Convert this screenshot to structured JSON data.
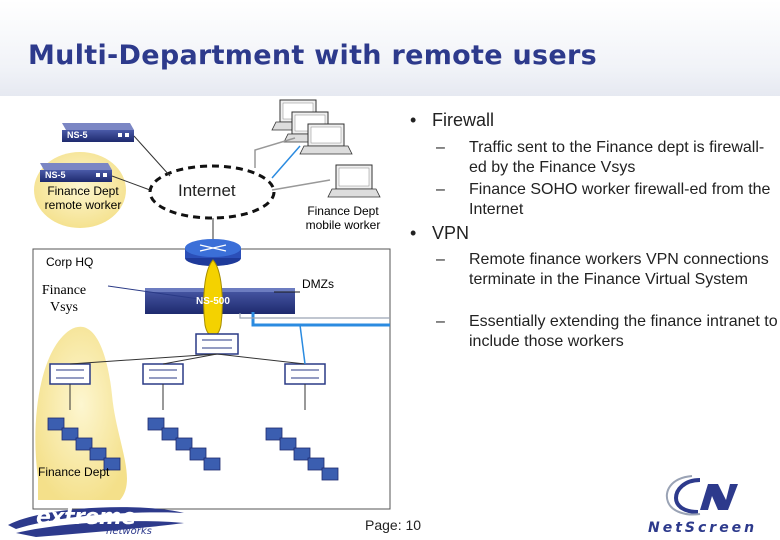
{
  "slide": {
    "title": "Multi-Department with remote users",
    "page_label": "Page: 10"
  },
  "diagram": {
    "device_label_1": "NS-5",
    "device_label_2": "NS-5",
    "device_label_3": "NS-500",
    "remote_worker_label": "Finance Dept remote worker",
    "internet_label": "Internet",
    "mobile_worker_label": "Finance Dept mobile worker",
    "corp_hq_label": "Corp HQ",
    "finance_vsys_label": "Finance Vsys",
    "dmzs_label": "DMZs",
    "finance_dept_label": "Finance Dept"
  },
  "bullets": [
    {
      "text": "Firewall",
      "sub": [
        "Traffic sent to the Finance dept is firewall-ed by the Finance Vsys",
        "Finance SOHO worker firewall-ed from the Internet"
      ]
    },
    {
      "text": "VPN",
      "sub": [
        "Remote finance workers VPN connections terminate in the Finance Virtual System",
        "Essentially extending the finance intranet to include those workers"
      ]
    }
  ],
  "logos": {
    "extreme_text": "extreme",
    "extreme_sub": "networks",
    "netscreen_text": "NetScreen"
  },
  "colors": {
    "title": "#2d3a8c",
    "finance_fill": "#f7e9a8",
    "tunnel_fill": "#f4d200",
    "device_blue": "#2a3a86",
    "link_blue": "#2b8be0"
  }
}
